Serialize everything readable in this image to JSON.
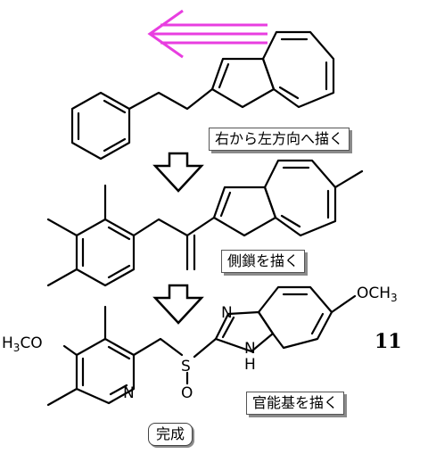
{
  "direction_arrow": {
    "color": "#e83ee0",
    "icon": "left-arrow-icon"
  },
  "steps": [
    {
      "label": "右から左方向へ描く"
    },
    {
      "label": "側鎖を描く"
    },
    {
      "label": "官能基を描く"
    }
  ],
  "down_arrow_icon": "down-arrow-icon",
  "final": {
    "atoms": {
      "methoxy_benz": "OCH",
      "methoxy_benz_sub": "3",
      "methoxy_pyr": "H",
      "methoxy_pyr_sub": "3",
      "methoxy_pyr_tail": "CO",
      "n_top": "N",
      "n_bottom": "N",
      "h_bottom": "H",
      "s": "S",
      "o": "O",
      "pyridine_n": "N"
    },
    "compound_number": "11"
  },
  "done_label": "完成"
}
